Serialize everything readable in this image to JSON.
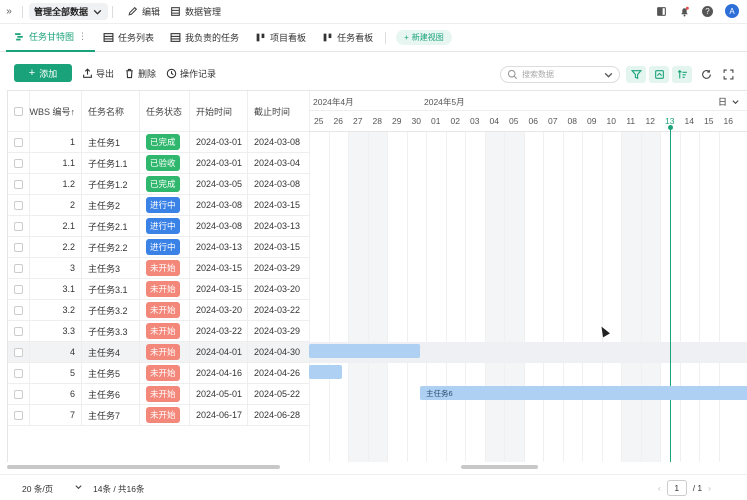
{
  "topbar": {
    "workspace": "管理全部数据",
    "edit": "编辑",
    "data_manage": "数据管理"
  },
  "avatar_letter": "A",
  "tabs": [
    {
      "label": "任务甘特图",
      "active": true
    },
    {
      "label": "任务列表"
    },
    {
      "label": "我负责的任务"
    },
    {
      "label": "项目看板"
    },
    {
      "label": "任务看板"
    }
  ],
  "new_view": "新建视图",
  "toolbar": {
    "add": "添加",
    "export": "导出",
    "delete": "删除",
    "log": "操作记录",
    "search_placeholder": "搜索数据"
  },
  "columns": [
    "WBS 编号↑",
    "任务名称",
    "任务状态",
    "开始时间",
    "截止时间"
  ],
  "status_colors": {
    "已完成": "#2fb86d",
    "已验收": "#2fb86d",
    "进行中": "#3b82e6",
    "未开始": "#f3877a"
  },
  "rows": [
    {
      "wbs": "1",
      "name": "主任务1",
      "status": "已完成",
      "start": "2024-03-01",
      "end": "2024-03-08"
    },
    {
      "wbs": "1.1",
      "name": "子任务1.1",
      "status": "已验收",
      "start": "2024-03-01",
      "end": "2024-03-04"
    },
    {
      "wbs": "1.2",
      "name": "子任务1.2",
      "status": "已完成",
      "start": "2024-03-05",
      "end": "2024-03-08"
    },
    {
      "wbs": "2",
      "name": "主任务2",
      "status": "进行中",
      "start": "2024-03-08",
      "end": "2024-03-15"
    },
    {
      "wbs": "2.1",
      "name": "子任务2.1",
      "status": "进行中",
      "start": "2024-03-08",
      "end": "2024-03-13"
    },
    {
      "wbs": "2.2",
      "name": "子任务2.2",
      "status": "进行中",
      "start": "2024-03-13",
      "end": "2024-03-15"
    },
    {
      "wbs": "3",
      "name": "主任务3",
      "status": "未开始",
      "start": "2024-03-15",
      "end": "2024-03-29"
    },
    {
      "wbs": "3.1",
      "name": "子任务3.1",
      "status": "未开始",
      "start": "2024-03-15",
      "end": "2024-03-20"
    },
    {
      "wbs": "3.2",
      "name": "子任务3.2",
      "status": "未开始",
      "start": "2024-03-20",
      "end": "2024-03-22"
    },
    {
      "wbs": "3.3",
      "name": "子任务3.3",
      "status": "未开始",
      "start": "2024-03-22",
      "end": "2024-03-29"
    },
    {
      "wbs": "4",
      "name": "主任务4",
      "status": "未开始",
      "start": "2024-04-01",
      "end": "2024-04-30"
    },
    {
      "wbs": "5",
      "name": "主任务5",
      "status": "未开始",
      "start": "2024-04-16",
      "end": "2024-04-26"
    },
    {
      "wbs": "6",
      "name": "主任务6",
      "status": "未开始",
      "start": "2024-05-01",
      "end": "2024-05-22"
    },
    {
      "wbs": "7",
      "name": "主任务7",
      "status": "未开始",
      "start": "2024-06-17",
      "end": "2024-06-28"
    }
  ],
  "gantt": {
    "months": [
      "2024年4月",
      "2024年5月"
    ],
    "days": [
      "25",
      "26",
      "27",
      "28",
      "29",
      "30",
      "01",
      "02",
      "03",
      "04",
      "05",
      "06",
      "07",
      "08",
      "09",
      "10",
      "11",
      "12",
      "13",
      "14",
      "15",
      "16"
    ],
    "weekend_days": [
      "27",
      "28",
      "04",
      "05",
      "11",
      "12"
    ],
    "today": "13",
    "bar_label_6": "主任务6",
    "unit_label": "日"
  },
  "footer": {
    "page_size": "20 条/页",
    "total": "14条 / 共16条",
    "current_page": "1",
    "total_pages": "/ 1"
  }
}
